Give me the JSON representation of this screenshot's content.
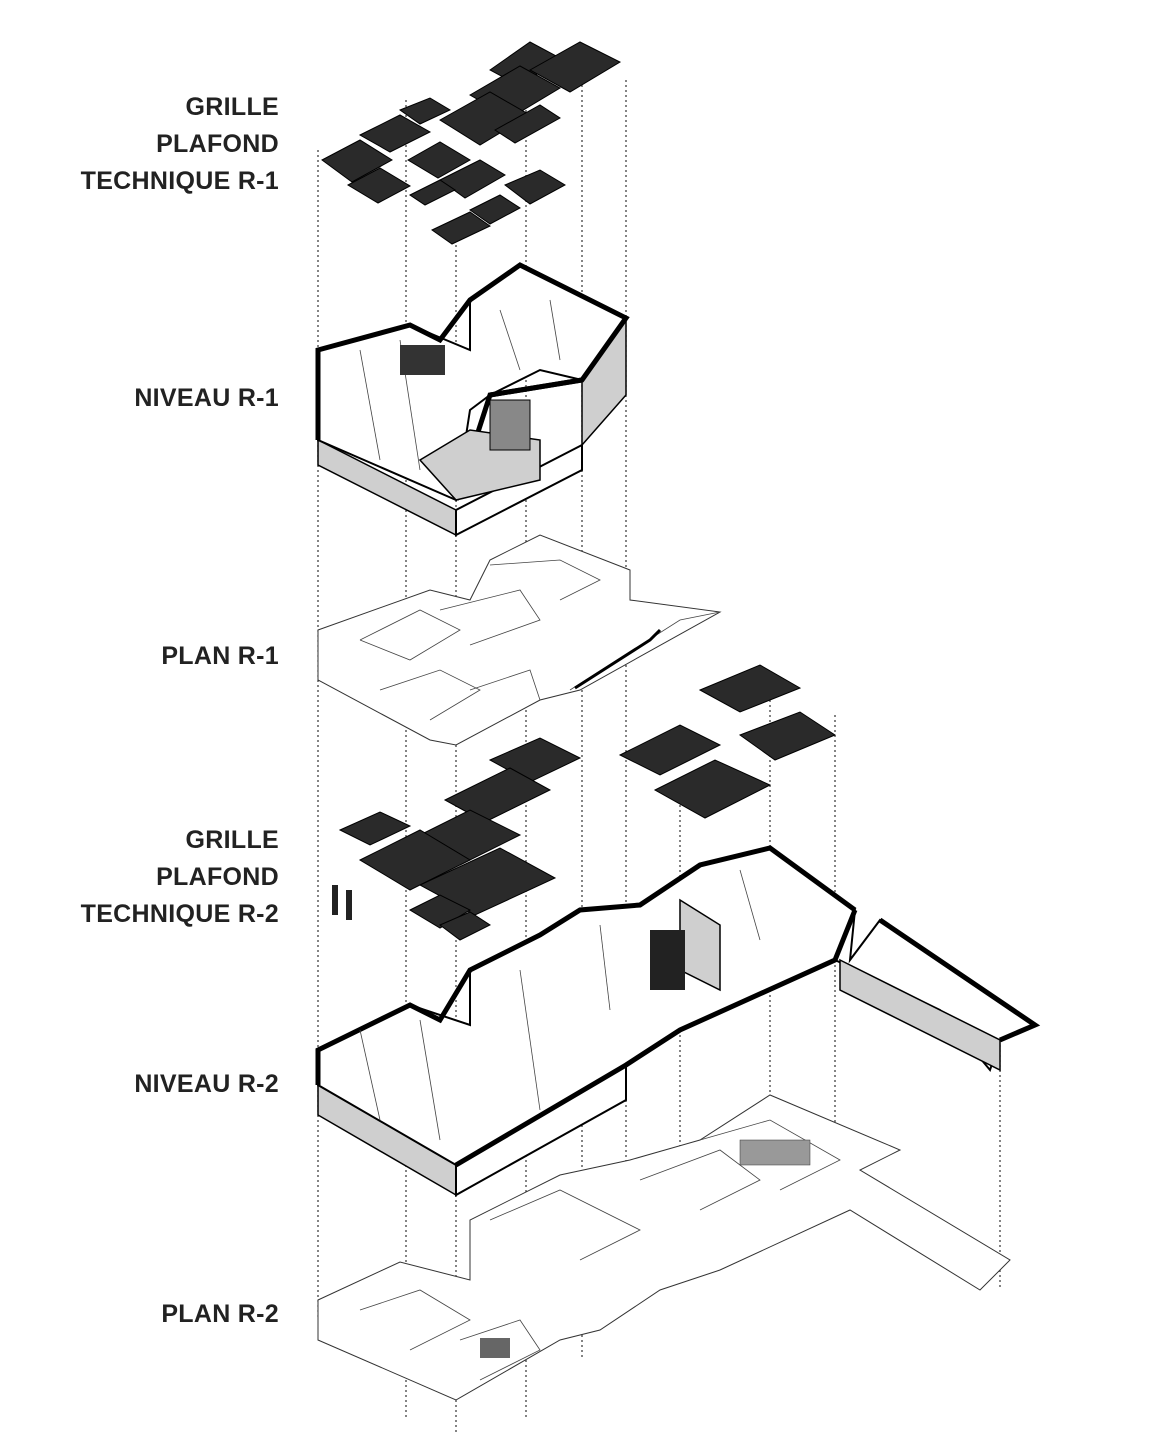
{
  "labels": {
    "grille_r1": "GRILLE\nPLAFOND\nTECHNIQUE R-1",
    "niveau_r1": "NIVEAU R-1",
    "plan_r1": "PLAN   R-1",
    "grille_r2": "GRILLE\nPLAFOND\nTECHNIQUE R-2",
    "niveau_r2": "NIVEAU R-2",
    "plan_r2": "PLAN R-2"
  }
}
